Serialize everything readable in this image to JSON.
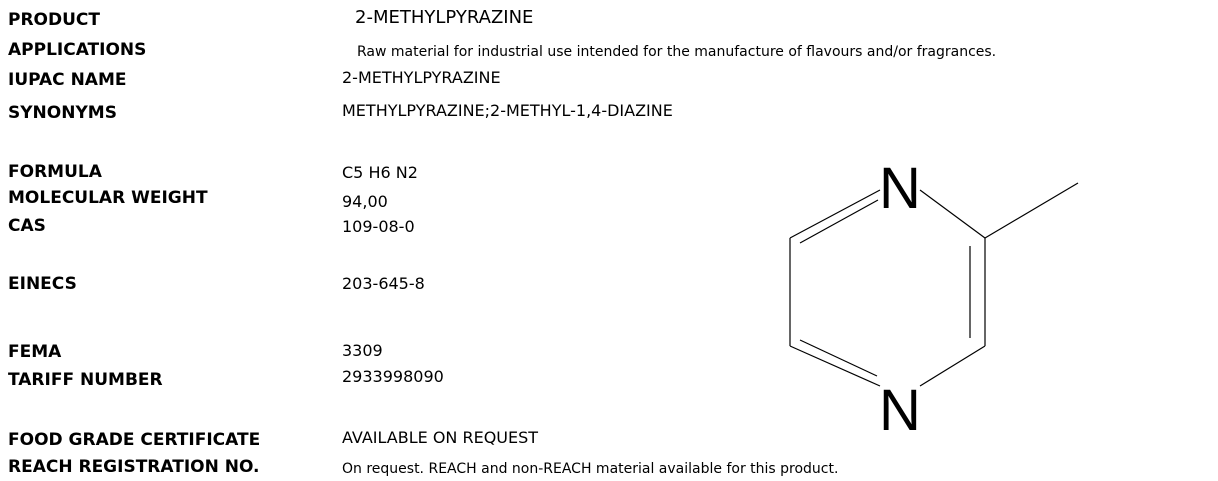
{
  "product": {
    "label": "PRODUCT",
    "value": "2-METHYLPYRAZINE"
  },
  "applications": {
    "label": "APPLICATIONS",
    "value": "Raw material for industrial use intended for the manufacture of flavours and/or fragrances."
  },
  "iupac": {
    "label": "IUPAC NAME",
    "value": "2-METHYLPYRAZINE"
  },
  "synonyms": {
    "label": "SYNONYMS",
    "value": "METHYLPYRAZINE;2-METHYL-1,4-DIAZINE"
  },
  "formula": {
    "label": "FORMULA",
    "value": "C5 H6 N2"
  },
  "molecular_weight": {
    "label": "MOLECULAR WEIGHT",
    "value": "94,00"
  },
  "cas": {
    "label": "CAS",
    "value": "109-08-0"
  },
  "einecs": {
    "label": "EINECS",
    "value": "203-645-8"
  },
  "fema": {
    "label": "FEMA",
    "value": "3309"
  },
  "tariff": {
    "label": "TARIFF NUMBER",
    "value": "2933998090"
  },
  "food_grade": {
    "label": "FOOD GRADE CERTIFICATE",
    "value": "AVAILABLE ON REQUEST"
  },
  "reach": {
    "label": "REACH REGISTRATION NO.",
    "value": "On request. REACH and non-REACH material available for this product."
  },
  "structure": {
    "atom_top": "N",
    "atom_bottom": "N"
  }
}
